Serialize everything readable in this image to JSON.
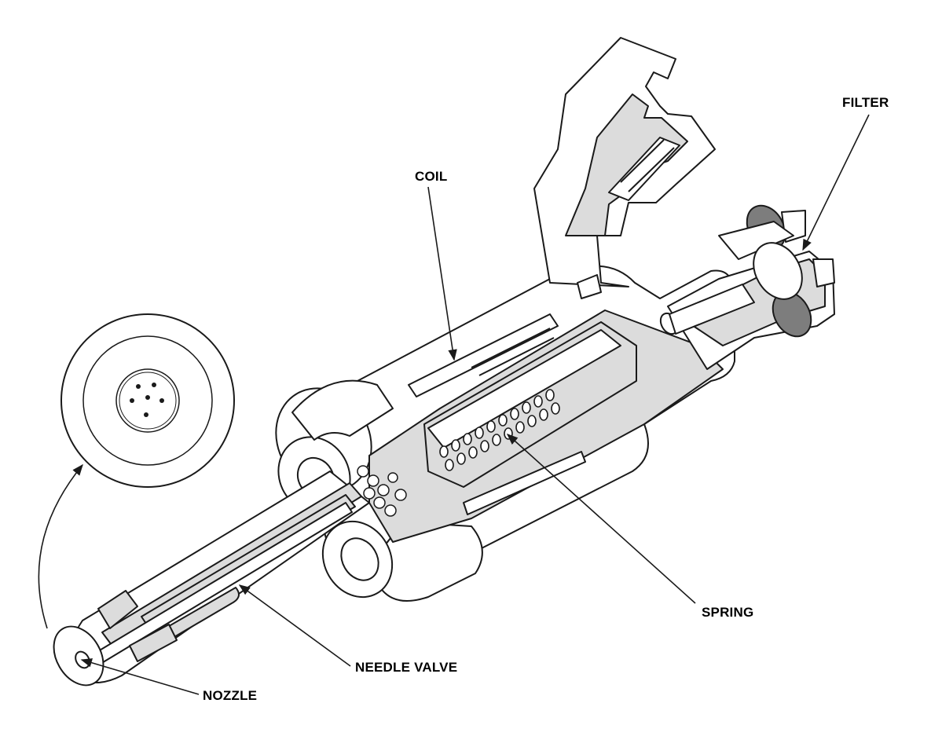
{
  "labels": {
    "coil": "COIL",
    "filter": "FILTER",
    "spring": "SPRING",
    "needle_valve": "NEEDLE VALVE",
    "nozzle": "NOZZLE"
  },
  "colors": {
    "line": "#1a1a1a",
    "fill_light": "#ffffff",
    "fill_cut": "#dcdcdc",
    "fill_dark": "#7d7d7d"
  }
}
